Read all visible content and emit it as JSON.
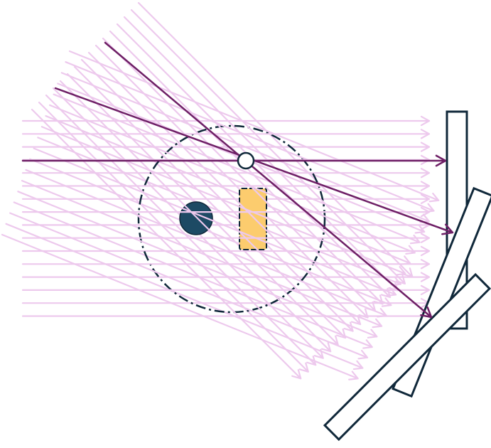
{
  "diagram": {
    "description_visible_text": "",
    "colors": {
      "background": "#ffffff",
      "faint_ray": "#edc9ed",
      "highlight_ray": "#6e1f66",
      "outline": "#10283a",
      "dark_object": "#1d4a64",
      "yellow_object": "#fccc6e",
      "focal_point_fill": "#ffffff"
    },
    "ray_bundles": [
      {
        "name": "horizontal-ray-bundle",
        "direction": "horizontal",
        "count": 16
      },
      {
        "name": "angled-ray-bundle-1",
        "direction": "diagonal-shallow",
        "count": 18
      },
      {
        "name": "angled-ray-bundle-2",
        "direction": "diagonal-steep",
        "count": 16
      }
    ],
    "highlight_rays": 3,
    "detectors": 3,
    "objects": [
      "dark-circle-object",
      "yellow-rectangle-object"
    ]
  }
}
